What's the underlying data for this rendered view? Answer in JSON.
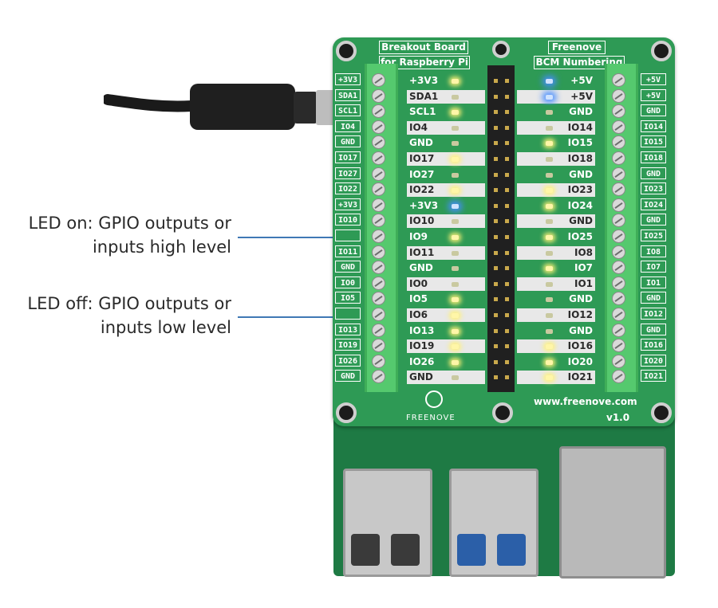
{
  "callouts": {
    "led_on": {
      "line1": "LED on: GPIO outputs or",
      "line2": "inputs high level"
    },
    "led_off": {
      "line1": "LED off: GPIO outputs or",
      "line2": "inputs low level"
    }
  },
  "board": {
    "title_left_1": "Breakout Board",
    "title_left_2": "for Raspberry Pi",
    "title_right_1": "Freenove",
    "title_right_2": "BCM Numbering",
    "url": "www.freenove.com",
    "version": "v1.0",
    "logo": "FREENOVE"
  },
  "left_terminal": [
    "+3V3",
    "SDA1",
    "SCL1",
    "IO4",
    "GND",
    "IO17",
    "IO27",
    "IO22",
    "+3V3",
    "IO10",
    "",
    "IO11",
    "GND",
    "IO0",
    "IO5",
    "",
    "IO13",
    "IO19",
    "IO26",
    "GND"
  ],
  "right_terminal": [
    "+5V",
    "+5V",
    "GND",
    "IO14",
    "IO15",
    "IO18",
    "GND",
    "IO23",
    "IO24",
    "GND",
    "IO25",
    "IO8",
    "IO7",
    "IO1",
    "GND",
    "IO12",
    "GND",
    "IO16",
    "IO20",
    "IO21"
  ],
  "left_strip": [
    "+3V3",
    "SDA1",
    "SCL1",
    "IO4",
    "GND",
    "IO17",
    "IO27",
    "IO22",
    "+3V3",
    "IO10",
    "IO9",
    "IO11",
    "GND",
    "IO0",
    "IO5",
    "IO6",
    "IO13",
    "IO19",
    "IO26",
    "GND"
  ],
  "right_strip": [
    "+5V",
    "+5V",
    "GND",
    "IO14",
    "IO15",
    "IO18",
    "GND",
    "IO23",
    "IO24",
    "GND",
    "IO25",
    "IO8",
    "IO7",
    "IO1",
    "GND",
    "IO12",
    "GND",
    "IO16",
    "IO20",
    "IO21"
  ],
  "colors": {
    "board": "#2e9a55",
    "terminal": "#55c96e",
    "callout_line": "#3f78b5",
    "pi": "#1e7a44"
  }
}
